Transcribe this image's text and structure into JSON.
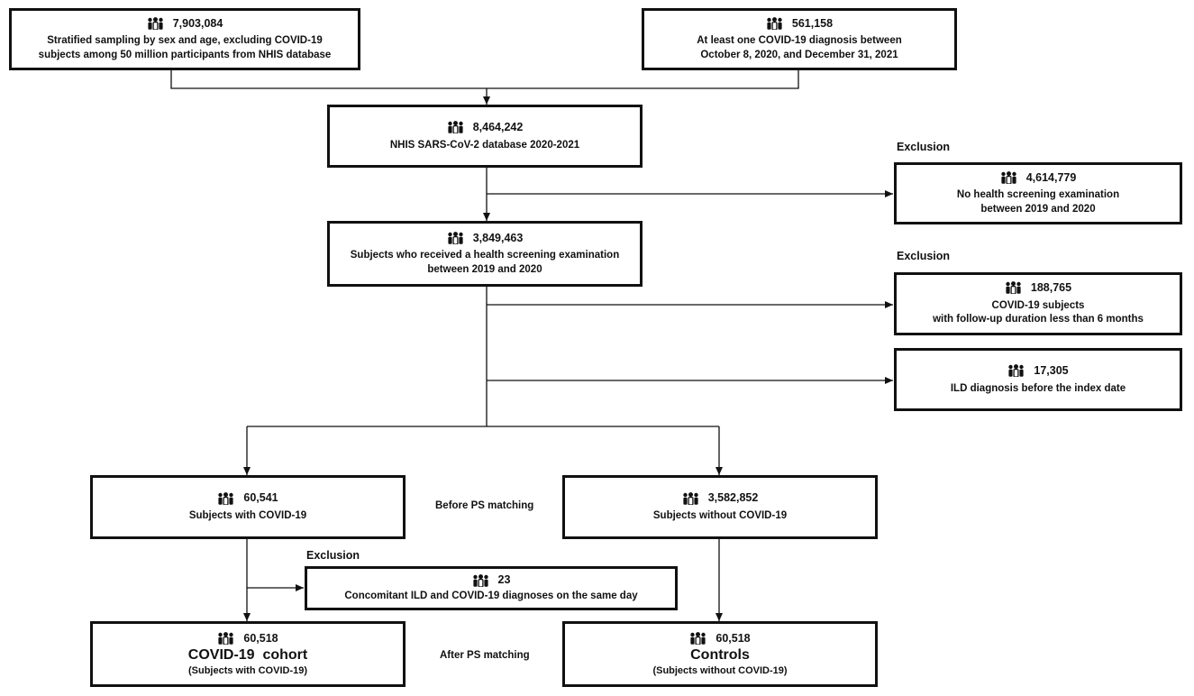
{
  "icon": "people-group-icon",
  "boxes": {
    "sampling": {
      "count": "7,903,084",
      "line1": "Stratified sampling by  sex and age, excluding COVID-19",
      "line2": "subjects among 50 million participants from NHIS database"
    },
    "covid_dx": {
      "count": "561,158",
      "line1": "At least one COVID-19 diagnosis between",
      "line2": "October 8, 2020, and December 31, 2021"
    },
    "database": {
      "count": "8,464,242",
      "line1": "NHIS SARS-CoV-2 database 2020-2021"
    },
    "screened": {
      "count": "3,849,463",
      "line1": "Subjects who received a health screening examination",
      "line2": "between 2019 and 2020"
    },
    "excl_noscreen": {
      "count": "4,614,779",
      "line1": "No health screening examination",
      "line2": "between 2019 and 2020"
    },
    "excl_followup": {
      "count": "188,765",
      "line1": "COVID-19 subjects",
      "line2": "with follow-up duration less than 6 months"
    },
    "excl_ild": {
      "count": "17,305",
      "line1": "ILD diagnosis before the index date"
    },
    "with_covid": {
      "count": "60,541",
      "line1": "Subjects with COVID-19"
    },
    "without_covid": {
      "count": "3,582,852",
      "line1": "Subjects without COVID-19"
    },
    "excl_same_day": {
      "count": "23",
      "line1": "Concomitant ILD and COVID-19 diagnoses on the same day"
    },
    "cohort": {
      "count": "60,518",
      "title": "COVID-19  cohort",
      "sub": "(Subjects with COVID-19)"
    },
    "controls": {
      "count": "60,518",
      "title": "Controls",
      "sub": "(Subjects without COVID-19)"
    }
  },
  "labels": {
    "exclusion_1": "Exclusion",
    "exclusion_2": "Exclusion",
    "exclusion_3": "Exclusion",
    "before_ps": "Before PS matching",
    "after_ps": "After PS matching"
  }
}
